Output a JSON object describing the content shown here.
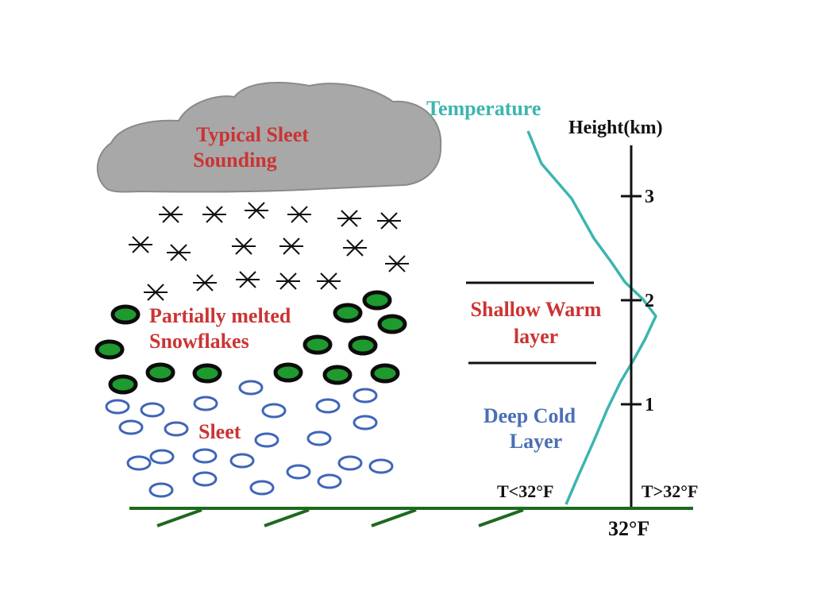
{
  "cloud": {
    "title_line1": "Typical Sleet",
    "title_line2": "Sounding"
  },
  "layers": {
    "partially_melted_line1": "Partially melted",
    "partially_melted_line2": "Snowflakes",
    "sleet": "Sleet",
    "warm_line1": "Shallow Warm",
    "warm_line2": "layer",
    "cold_line1": "Deep Cold",
    "cold_line2": "Layer"
  },
  "temperature": {
    "label": "Temperature"
  },
  "axis": {
    "label": "Height(km)",
    "ticks": [
      {
        "label": "3",
        "km": 3
      },
      {
        "label": "2",
        "km": 2
      },
      {
        "label": "1",
        "km": 1
      }
    ],
    "below_freezing": "T<32°F",
    "above_freezing": "T>32°F",
    "freezing": "32°F"
  },
  "colors": {
    "cloud": "#a8a8a8",
    "title_text": "#cc3333",
    "temperature_line": "#3cb5b0",
    "cold_text": "#4a6fb5",
    "sleet_ring": "#3f65b8",
    "melted_fill": "#1f9a2e",
    "ground": "#1d6a1d"
  }
}
